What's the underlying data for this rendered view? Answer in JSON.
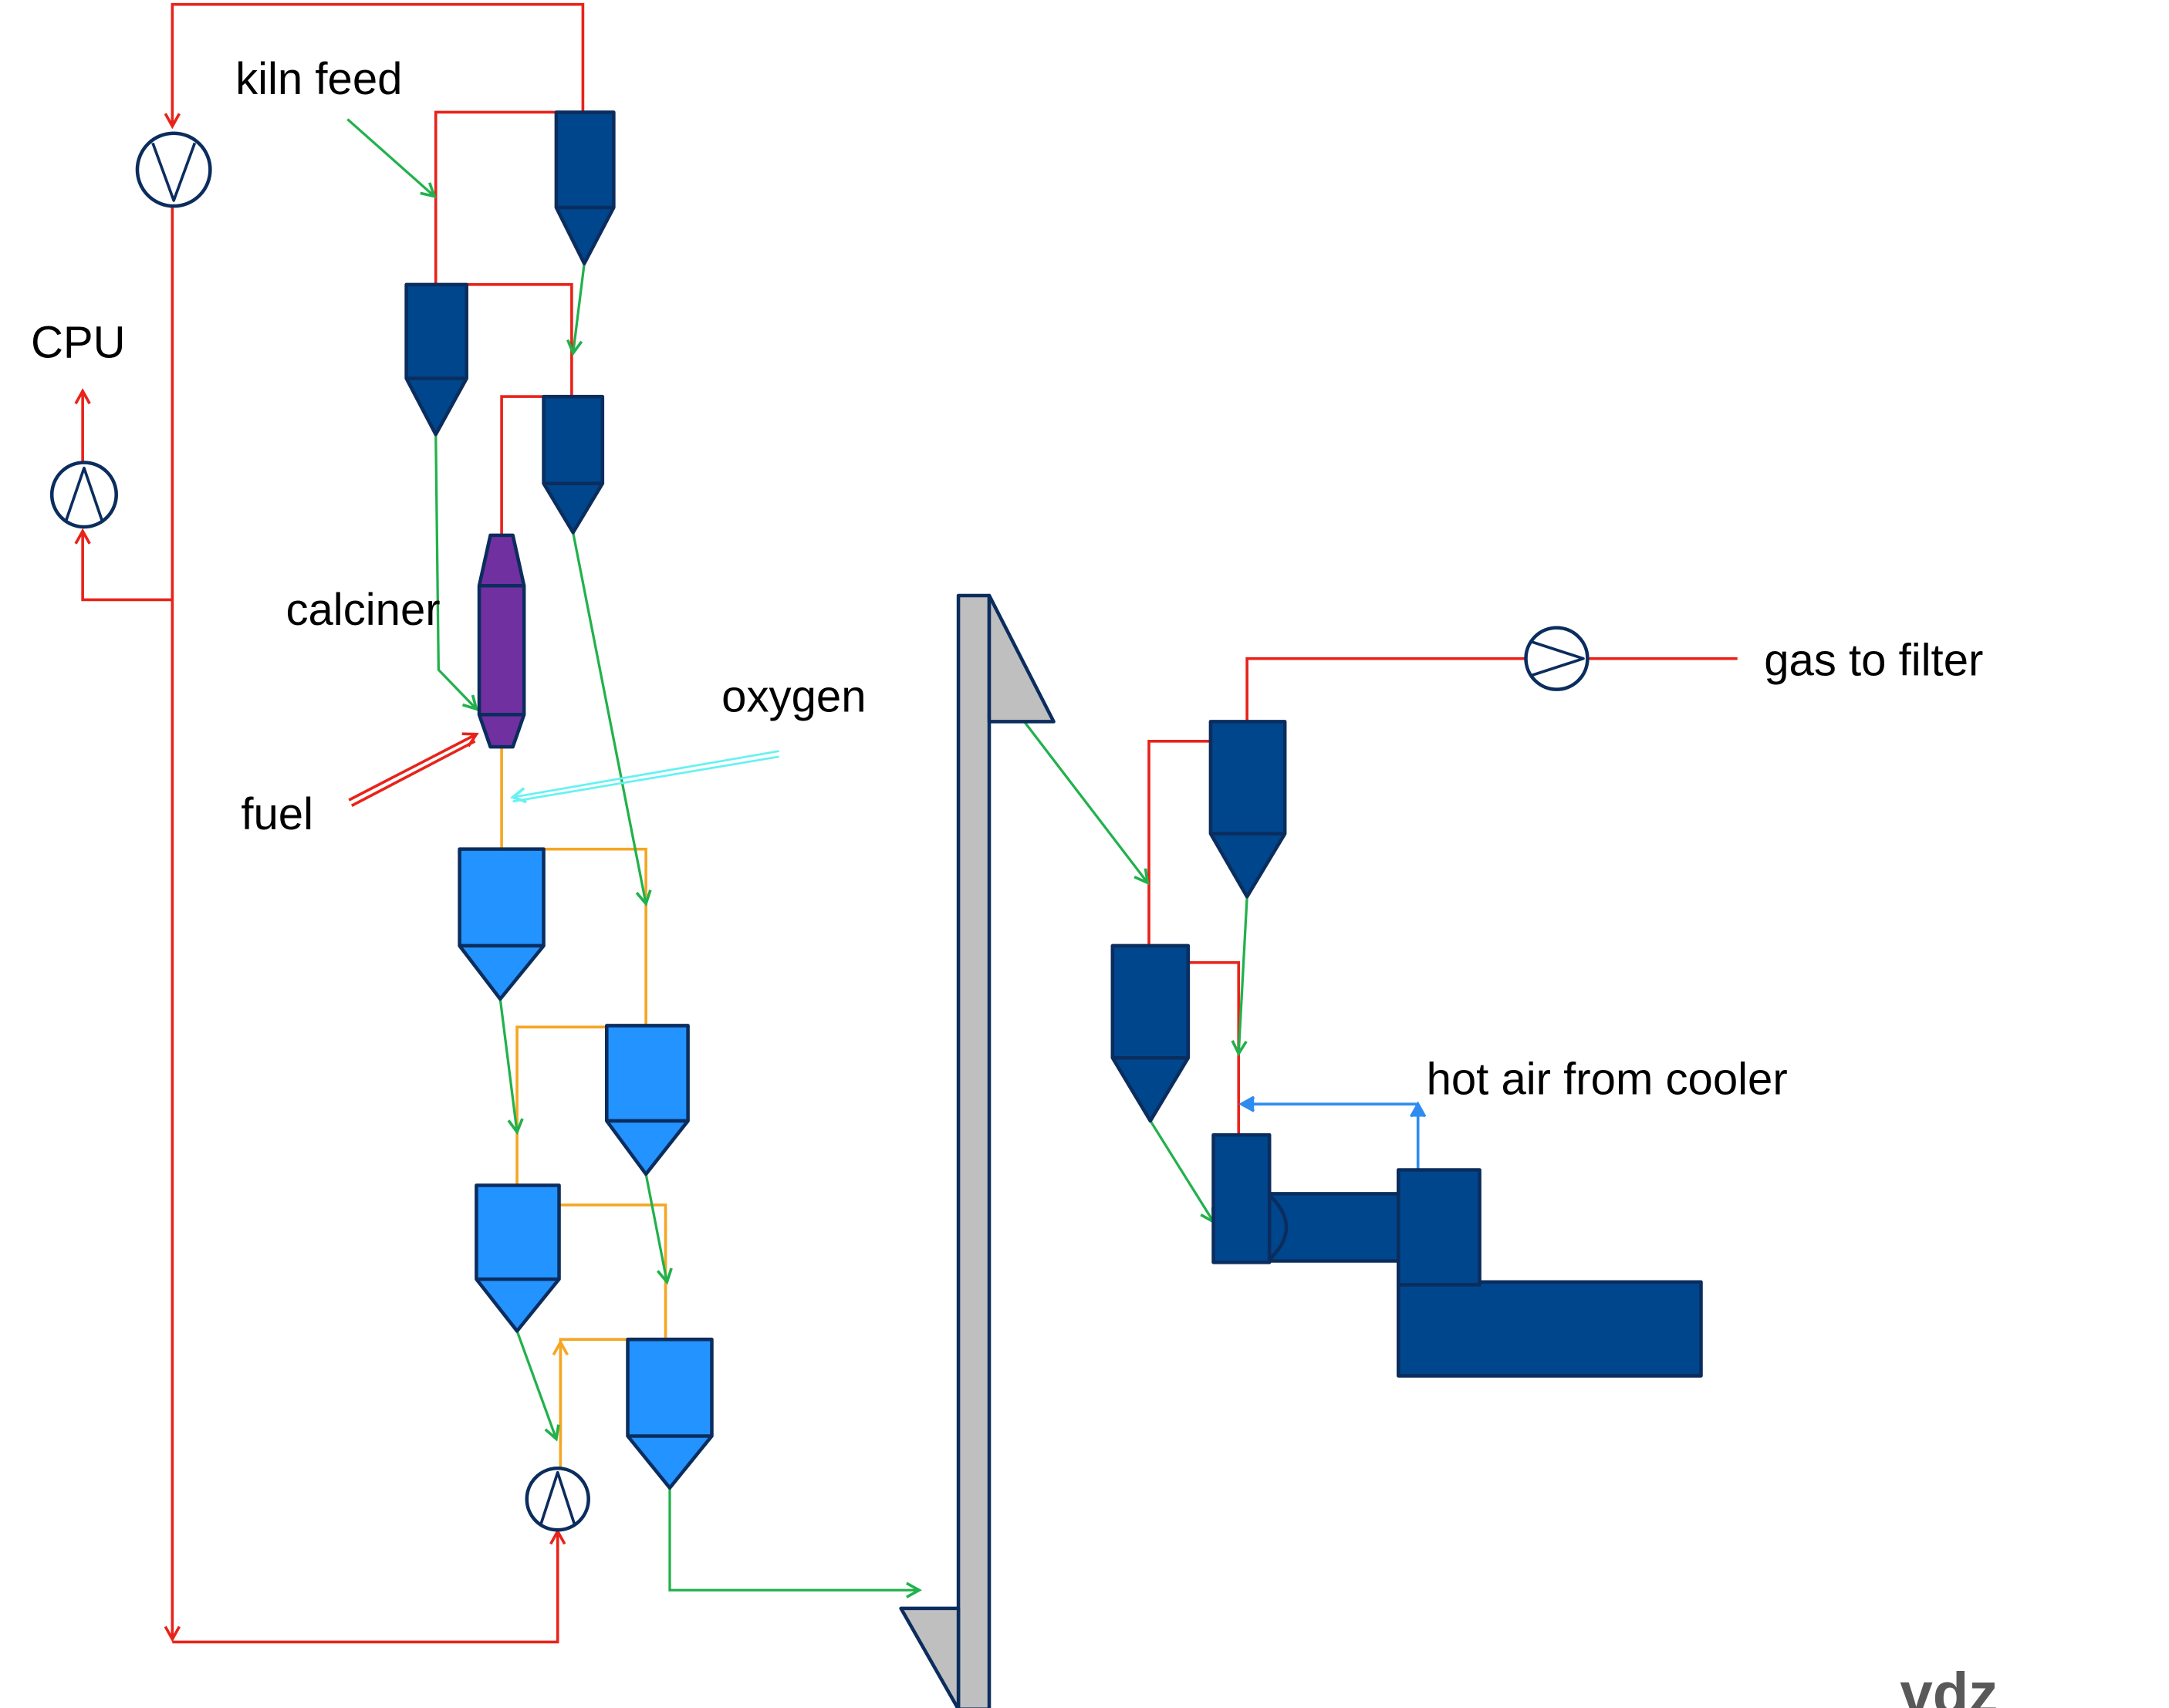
{
  "labels": {
    "kiln_feed": "kiln feed",
    "cpu": "CPU",
    "calciner": "calciner",
    "oxygen": "oxygen",
    "fuel": "fuel",
    "gas_to_filter": "gas to filter",
    "hot_air_from_cooler": "hot air from cooler"
  },
  "logo": {
    "text": "vdz"
  },
  "colors": {
    "flue_gas": "#E8231A",
    "material": "#22B14C",
    "oxygen_gas": "#F5A623",
    "hot_air": "#2E8CF0",
    "oxygen_feed": "#66F2F2",
    "cyclone_dark": "#00468C",
    "cyclone_light": "#2293FF",
    "calciner": "#7030A0",
    "bucket_elevator": "#BFBFBF"
  }
}
